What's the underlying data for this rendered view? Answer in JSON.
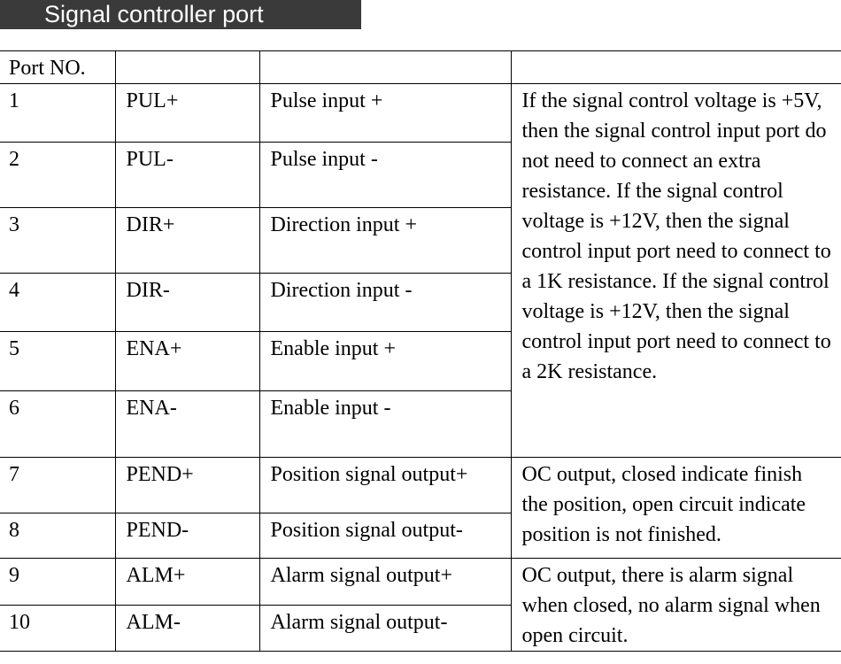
{
  "title": "Signal controller port",
  "table": {
    "header": [
      "Port NO.",
      "",
      "",
      ""
    ],
    "rows": [
      {
        "no": "1",
        "name": "PUL+",
        "function": "Pulse input +"
      },
      {
        "no": "2",
        "name": "PUL-",
        "function": "Pulse input -"
      },
      {
        "no": "3",
        "name": "DIR+",
        "function": "Direction input +"
      },
      {
        "no": "4",
        "name": "DIR-",
        "function": "Direction input -"
      },
      {
        "no": "5",
        "name": "ENA+",
        "function": "Enable input +"
      },
      {
        "no": "6",
        "name": "ENA-",
        "function": "Enable input -"
      },
      {
        "no": "7",
        "name": "PEND+",
        "function": "Position signal output+"
      },
      {
        "no": "8",
        "name": "PEND-",
        "function": "Position signal output-"
      },
      {
        "no": "9",
        "name": "ALM+",
        "function": "Alarm signal output+"
      },
      {
        "no": "10",
        "name": "ALM-",
        "function": "Alarm signal output-"
      }
    ],
    "notes": {
      "input": "If the signal control voltage is +5V, then the signal control input port do not need to connect an extra resistance. If the signal control voltage is +12V, then the signal control input port need to connect to a 1K resistance. If the signal control voltage is +12V, then the signal control input port need to connect to a 2K resistance.",
      "pend": "OC output, closed indicate finish the position, open circuit indicate position is not finished.",
      "alm": "OC output, there is alarm signal when closed, no alarm signal when open circuit."
    }
  }
}
